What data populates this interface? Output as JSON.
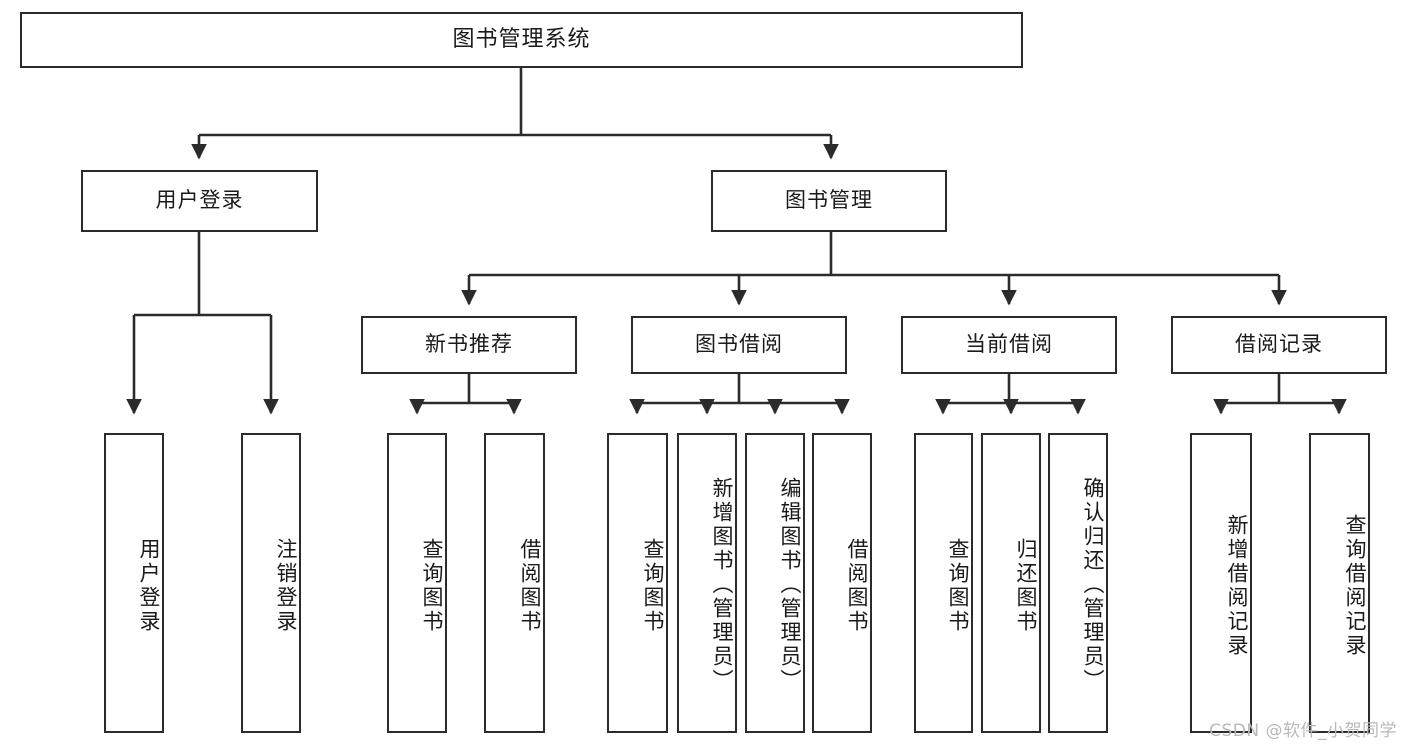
{
  "diagram": {
    "title": "图书管理系统",
    "watermark": "CSDN @软件_小贺同学",
    "line_color": "#2b2b2b",
    "box_fill": "#ffffff",
    "text_color": "#1a1a1a",
    "watermark_color": "#b9b9b9"
  },
  "nodes": {
    "root": {
      "label": "图书管理系统"
    },
    "level1": [
      {
        "label": "用户登录"
      },
      {
        "label": "图书管理"
      }
    ],
    "level2": [
      {
        "label": "新书推荐"
      },
      {
        "label": "图书借阅"
      },
      {
        "label": "当前借阅"
      },
      {
        "label": "借阅记录"
      }
    ],
    "leaves": {
      "user_login": [
        {
          "label": "用户登录"
        },
        {
          "label": "注销登录"
        }
      ],
      "new_book": [
        {
          "label": "查询图书"
        },
        {
          "label": "借阅图书"
        }
      ],
      "book_borrow": [
        {
          "label": "查询图书"
        },
        {
          "label": "新增图书（管理员）"
        },
        {
          "label": "编辑图书（管理员）"
        },
        {
          "label": "借阅图书"
        }
      ],
      "current_borrow": [
        {
          "label": "查询图书"
        },
        {
          "label": "归还图书"
        },
        {
          "label": "确认归还（管理员）"
        }
      ],
      "borrow_record": [
        {
          "label": "新增借阅记录"
        },
        {
          "label": "查询借阅记录"
        }
      ]
    }
  },
  "chart_data": {
    "type": "tree",
    "title": "图书管理系统",
    "root": "图书管理系统",
    "edges": [
      [
        "图书管理系统",
        "用户登录"
      ],
      [
        "图书管理系统",
        "图书管理"
      ],
      [
        "用户登录",
        "用户登录"
      ],
      [
        "用户登录",
        "注销登录"
      ],
      [
        "图书管理",
        "新书推荐"
      ],
      [
        "图书管理",
        "图书借阅"
      ],
      [
        "图书管理",
        "当前借阅"
      ],
      [
        "图书管理",
        "借阅记录"
      ],
      [
        "新书推荐",
        "查询图书"
      ],
      [
        "新书推荐",
        "借阅图书"
      ],
      [
        "图书借阅",
        "查询图书"
      ],
      [
        "图书借阅",
        "新增图书（管理员）"
      ],
      [
        "图书借阅",
        "编辑图书（管理员）"
      ],
      [
        "图书借阅",
        "借阅图书"
      ],
      [
        "当前借阅",
        "查询图书"
      ],
      [
        "当前借阅",
        "归还图书"
      ],
      [
        "当前借阅",
        "确认归还（管理员）"
      ],
      [
        "借阅记录",
        "新增借阅记录"
      ],
      [
        "借阅记录",
        "查询借阅记录"
      ]
    ],
    "levels": 4
  }
}
